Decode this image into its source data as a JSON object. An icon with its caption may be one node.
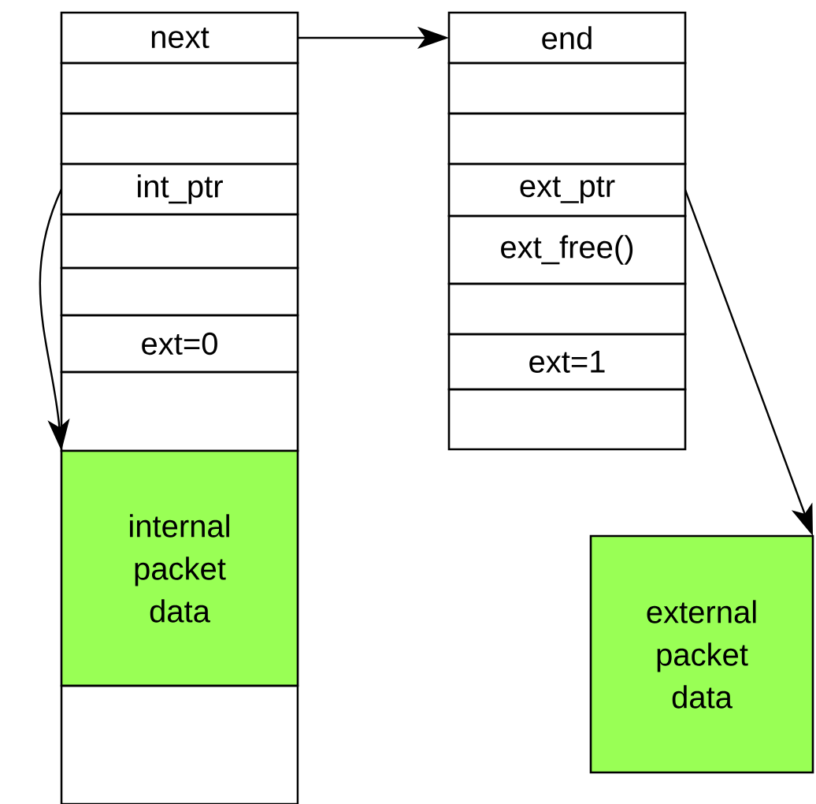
{
  "diagram": {
    "nodes": [
      {
        "text": [
          "next"
        ]
      },
      {
        "text": [],
        "shape": "box"
      },
      {
        "text": [],
        "shape": "box"
      },
      {
        "text": [
          "int_ptr"
        ]
      },
      {
        "text": [],
        "shape": "box"
      },
      {
        "text": [],
        "shape": "box"
      },
      {
        "text": [
          "ext=0"
        ]
      },
      {
        "text": [],
        "shape": "box"
      },
      {
        "text": [
          "internal packet data"
        ]
      },
      {
        "text": [],
        "shape": "box"
      },
      {
        "text": [
          "end"
        ]
      },
      {
        "text": [],
        "shape": "box"
      },
      {
        "text": [],
        "shape": "box"
      },
      {
        "text": [
          "ext_ptr"
        ]
      },
      {
        "text": [
          "ext_free()"
        ]
      },
      {
        "text": [],
        "shape": "box"
      },
      {
        "text": [
          "ext=1"
        ]
      },
      {
        "text": [],
        "shape": "box"
      },
      {
        "text": [
          "external packet data"
        ]
      }
    ],
    "edges": [
      {
        "from": 0,
        "to": 10,
        "arrow": "to"
      },
      {
        "from": 3,
        "to": 8,
        "arrow": "to"
      },
      {
        "from": 13,
        "to": 18,
        "arrow": "to"
      }
    ]
  }
}
